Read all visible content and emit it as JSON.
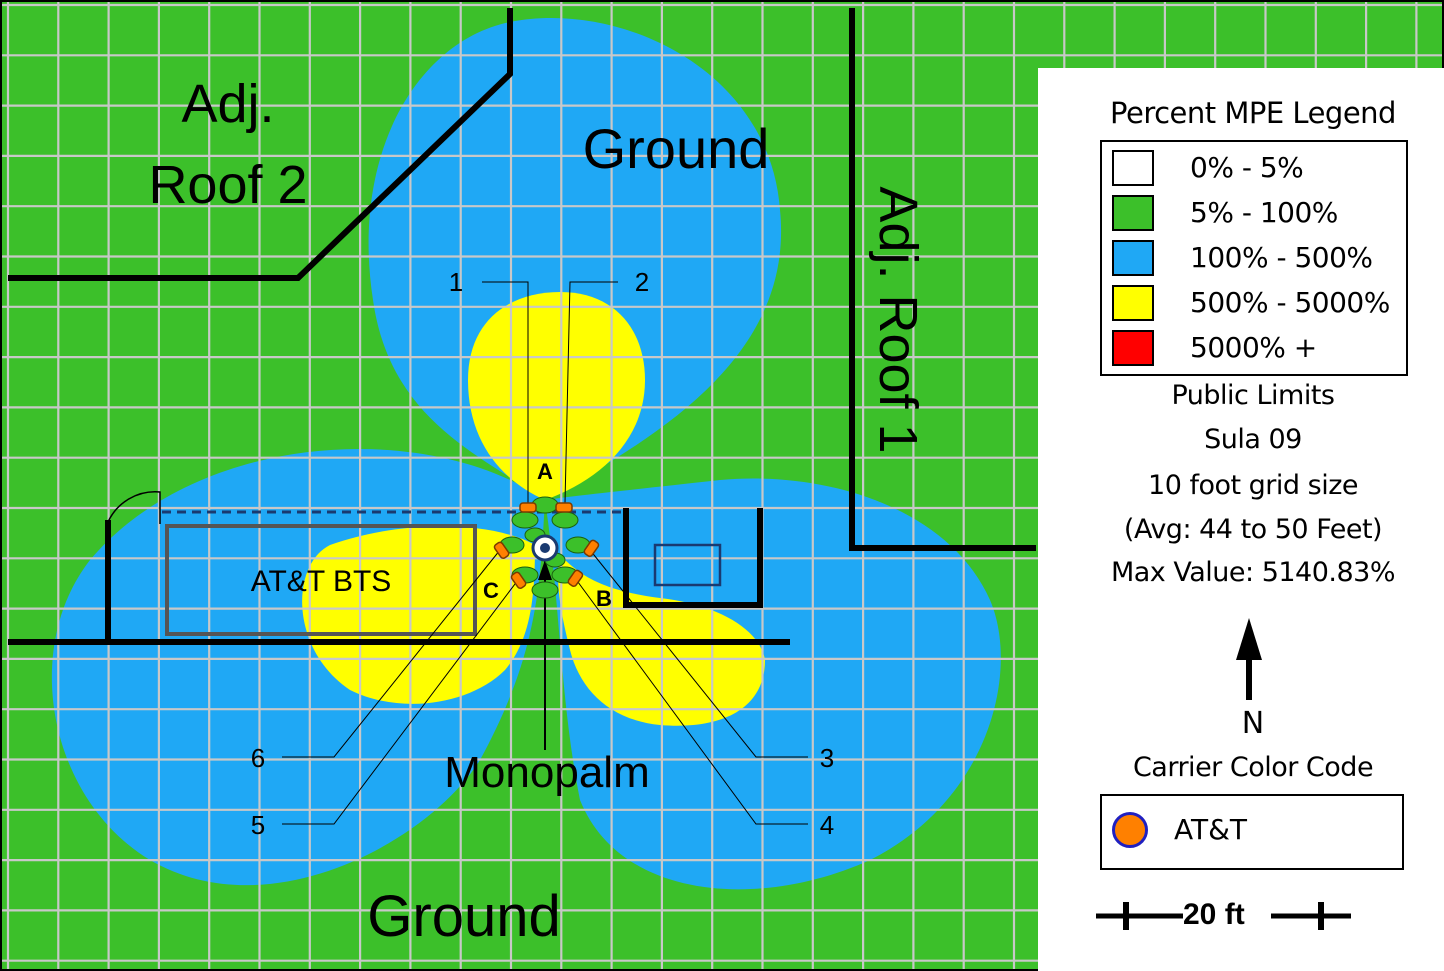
{
  "map": {
    "labels": {
      "adj_roof_2_line1": "Adj.",
      "adj_roof_2_line2": "Roof 2",
      "adj_roof_1": "Adj. Roof 1",
      "ground_top": "Ground",
      "ground_bottom": "Ground",
      "monopalm": "Monopalm",
      "att_bts": "AT&T BTS"
    },
    "sectors": {
      "a": "A",
      "b": "B",
      "c": "C"
    },
    "antennas": [
      "1",
      "2",
      "3",
      "4",
      "5",
      "6"
    ]
  },
  "legend": {
    "title": "Percent MPE Legend",
    "ranges": [
      {
        "label": "0% - 5%",
        "color": "#ffffff"
      },
      {
        "label": "5% - 100%",
        "color": "#3cc02a"
      },
      {
        "label": "100% - 500%",
        "color": "#1fa8f5"
      },
      {
        "label": "500% - 5000%",
        "color": "#ffff00"
      },
      {
        "label": "5000% +",
        "color": "#ff0000"
      }
    ]
  },
  "info": {
    "limits": "Public Limits",
    "model": "Sula 09",
    "grid": "10 foot grid size",
    "avg": "(Avg: 44 to 50 Feet)",
    "max": "Max Value: 5140.83%"
  },
  "north": {
    "label": "N"
  },
  "carrier": {
    "title": "Carrier Color Code",
    "items": [
      {
        "name": "AT&T",
        "color": "#ff8000"
      }
    ]
  },
  "scale": {
    "label": "20 ft"
  },
  "colors": {
    "ground_green": "#3cc02a",
    "blue_zone": "#1fa8f5",
    "yellow_zone": "#ffff00",
    "grid": "#c8c8c8",
    "antenna_orange": "#ff8000"
  }
}
